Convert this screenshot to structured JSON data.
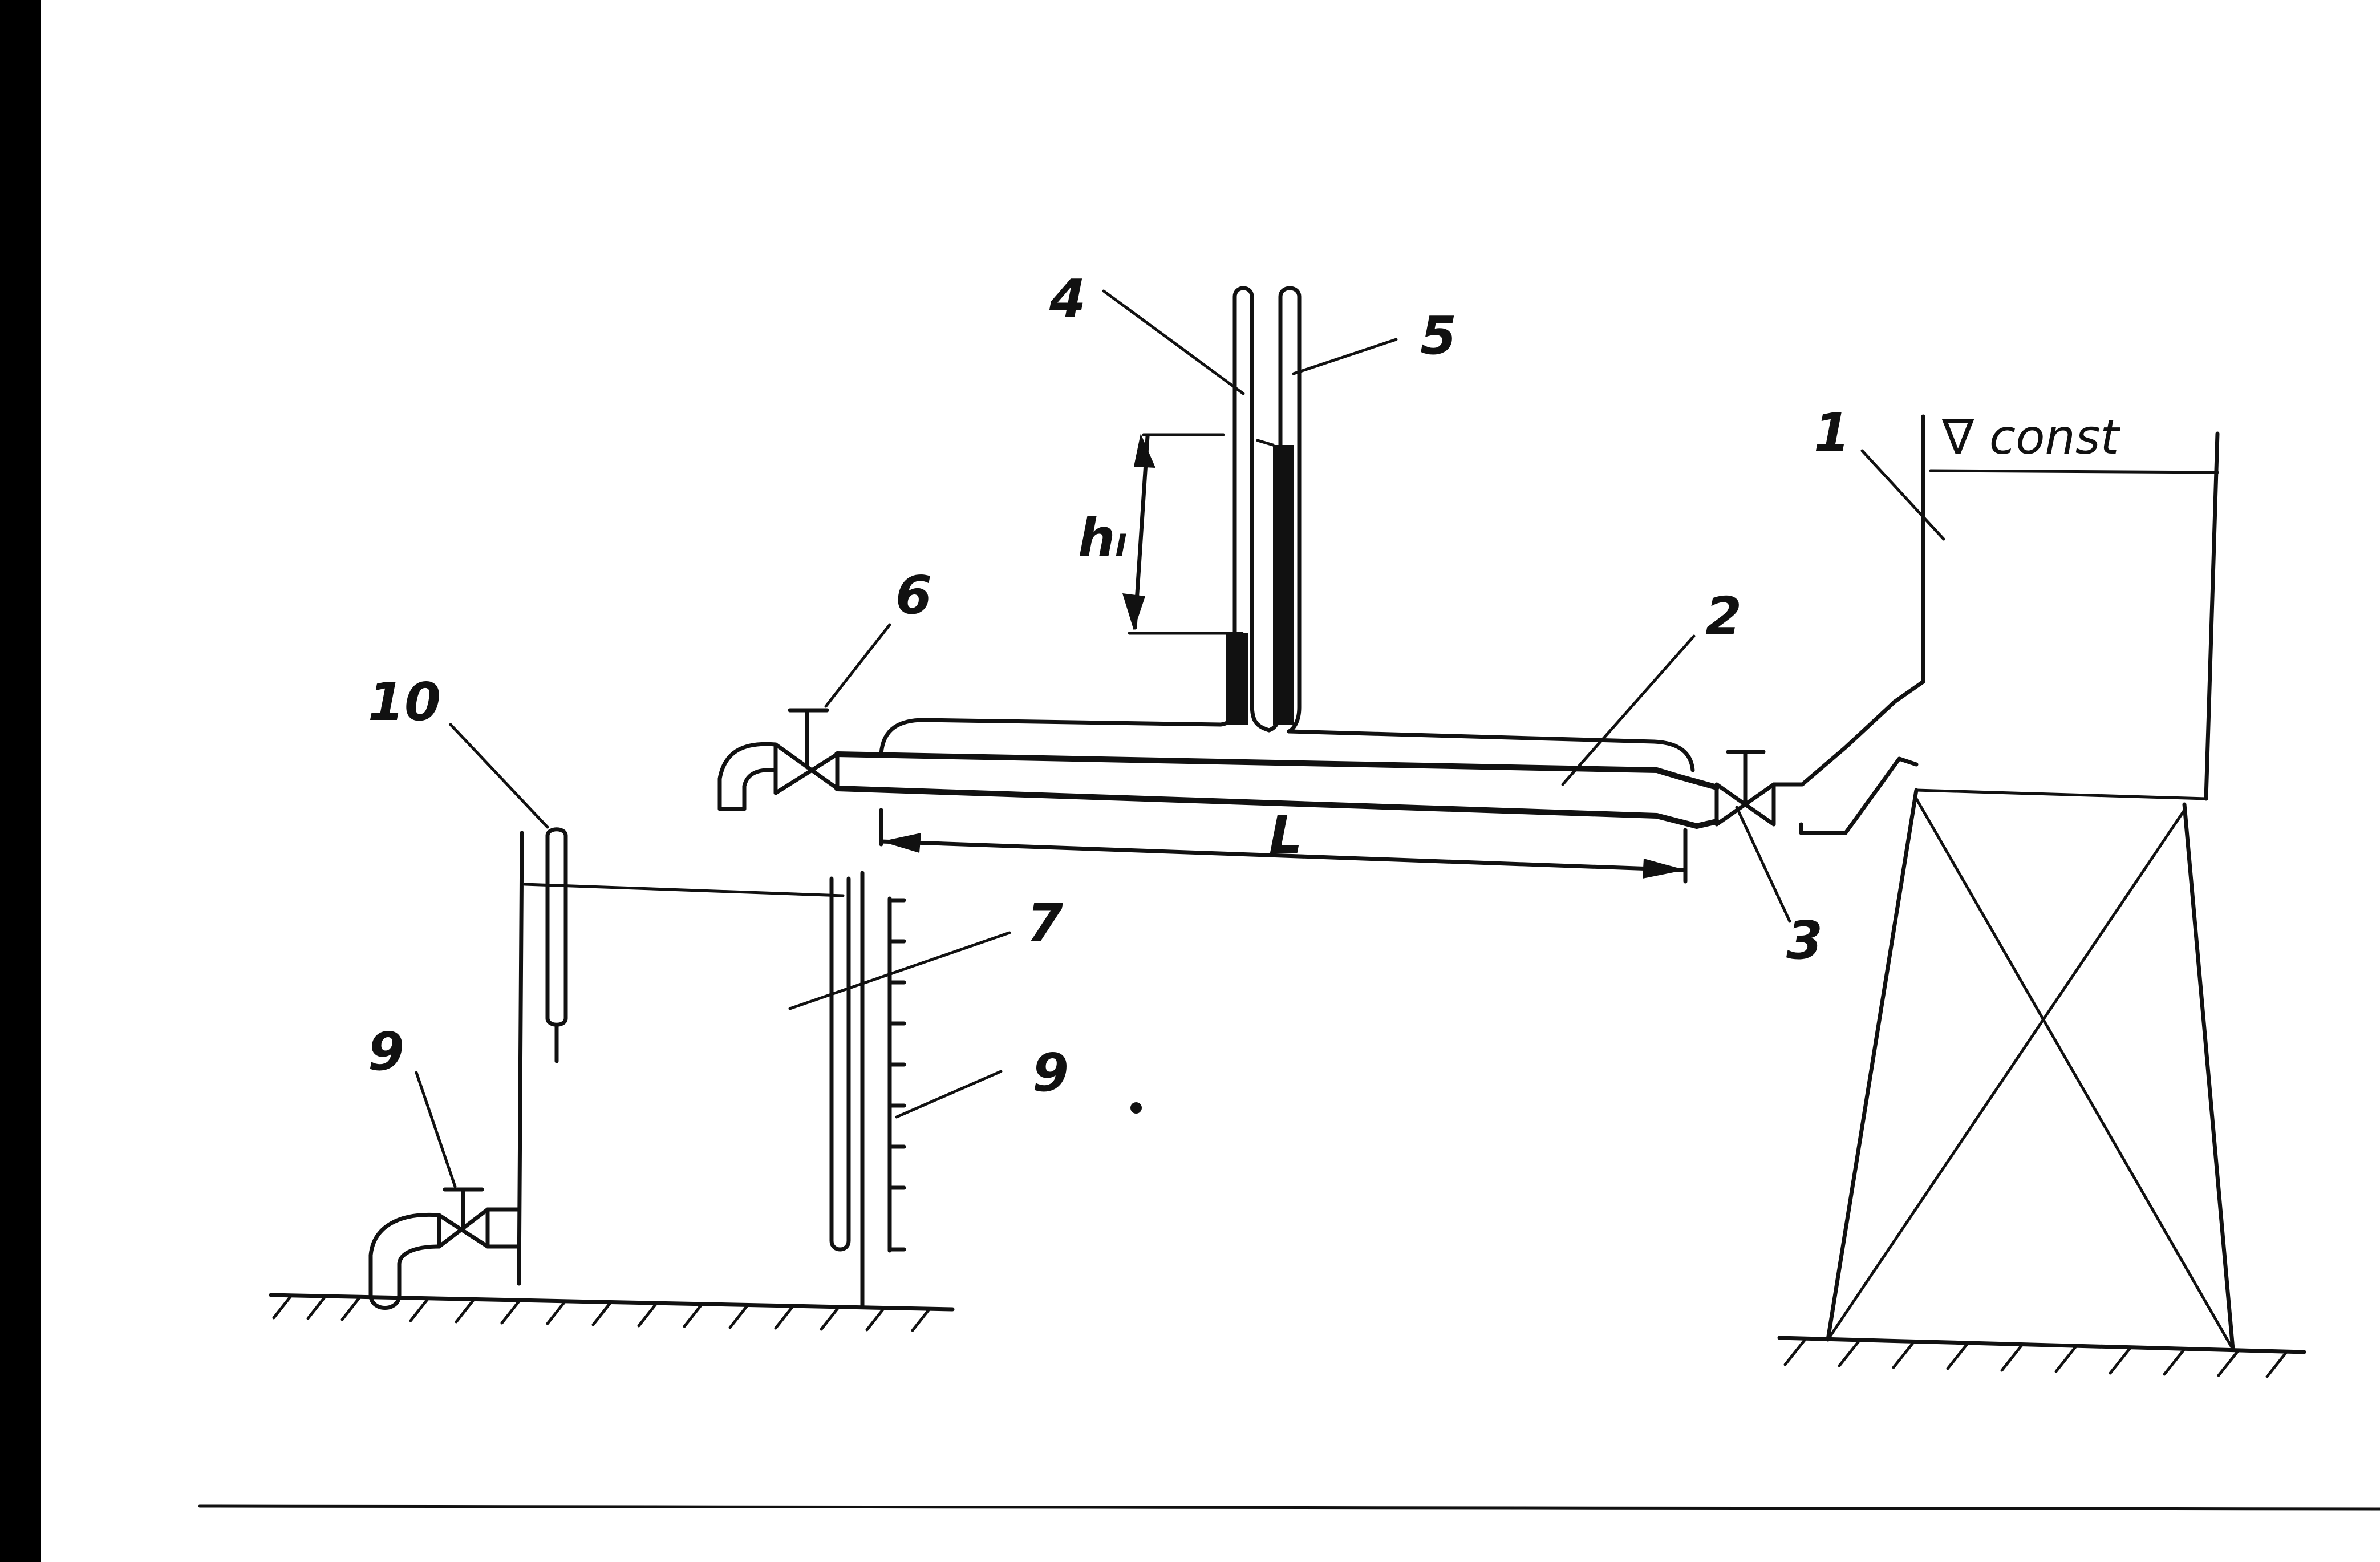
{
  "labels": {
    "tank": "1",
    "pipe": "2",
    "inlet_valve": "3",
    "piezometer_left": "4",
    "piezometer_right": "5",
    "outlet_valve": "6",
    "measuring_tank": "7",
    "scale": "9",
    "drain_valve": "9",
    "level_gauge": "10",
    "level_const": "∇ const",
    "length": "L",
    "head_loss": "hₗ"
  },
  "colors": {
    "ink": "#111111",
    "background": "#ffffff",
    "left_margin": "#000000"
  }
}
